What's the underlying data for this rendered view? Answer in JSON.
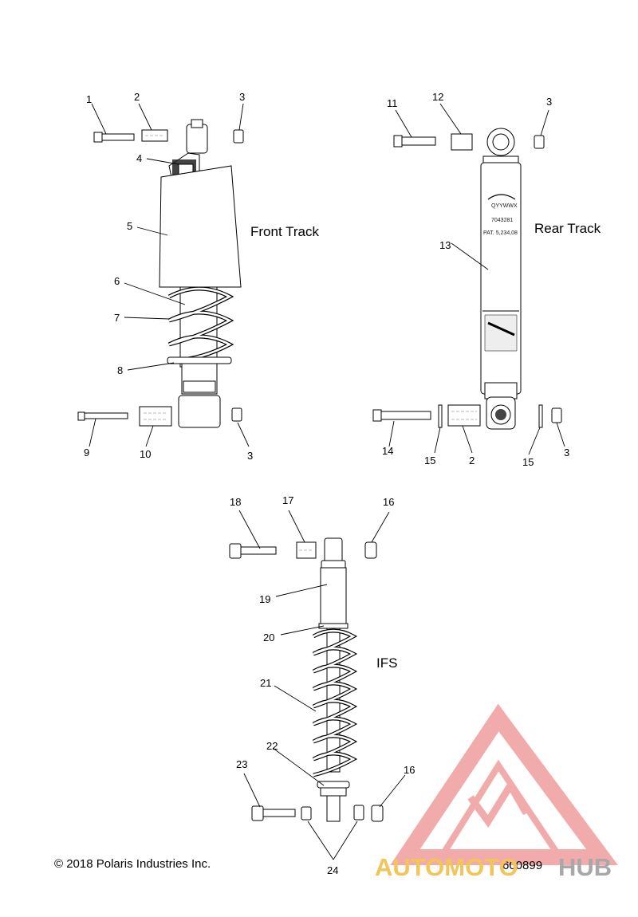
{
  "sections": {
    "front_track": "Front Track",
    "rear_track": "Rear Track",
    "ifs": "IFS"
  },
  "callouts": {
    "c1": "1",
    "c2": "2",
    "c3a": "3",
    "c4": "4",
    "c5": "5",
    "c6": "6",
    "c7": "7",
    "c8": "8",
    "c9": "9",
    "c10": "10",
    "c3b": "3",
    "c11": "11",
    "c12": "12",
    "c3c": "3",
    "c13": "13",
    "c14": "14",
    "c15a": "15",
    "c2b": "2",
    "c15b": "15",
    "c3d": "3",
    "c18": "18",
    "c17": "17",
    "c16a": "16",
    "c19": "19",
    "c20": "20",
    "c21": "21",
    "c22": "22",
    "c23": "23",
    "c16b": "16",
    "c24": "24"
  },
  "shock_label": {
    "model": "QYYWWX",
    "part_no": "7043281",
    "patent": "PAT. 5,234,08"
  },
  "footer": {
    "copyright": "© 2018 Polaris Industries Inc.",
    "diagram_id": "600899"
  },
  "watermark": {
    "brand_part1": "AUTOMOTO",
    "brand_part2": "HUB",
    "color_primary": "#f0a2a2",
    "color_secondary": "#f2c45a",
    "color_tertiary": "#a8a8a8"
  }
}
